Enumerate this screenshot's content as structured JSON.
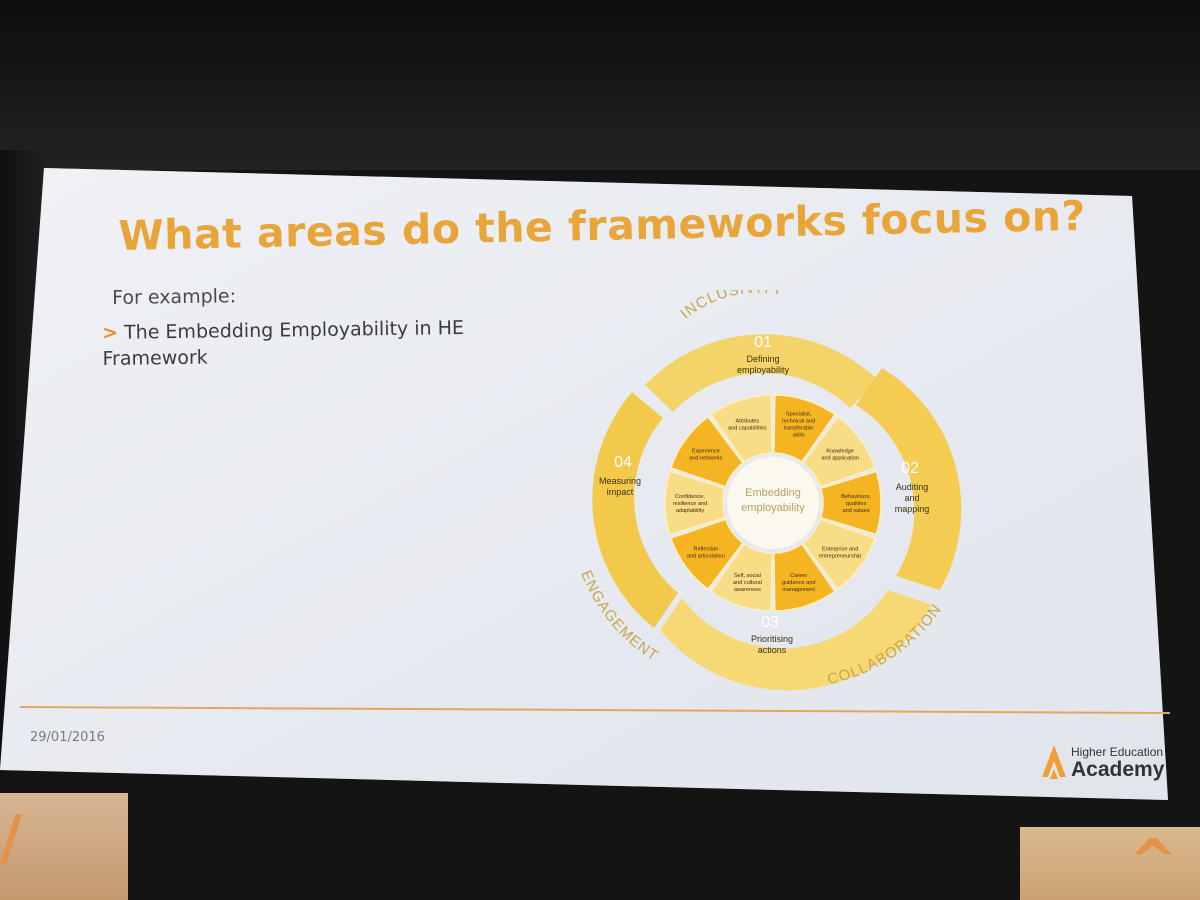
{
  "slide": {
    "title": "What areas do the frameworks focus on?",
    "subtitle": "For example:",
    "bullet_marker": ">",
    "bullet_text": "The Embedding Employability in HE Framework",
    "date": "29/01/2016",
    "logo_line1": "Higher Education",
    "logo_line2": "Academy"
  },
  "diagram": {
    "center_line1": "Embedding",
    "center_line2": "employability",
    "arcs": {
      "top": "INCLUSIVITY",
      "bottom_right": "COLLABORATION",
      "bottom_left": "ENGAGEMENT"
    },
    "stages": [
      {
        "num": "01",
        "line1": "Defining",
        "line2": "employability"
      },
      {
        "num": "02",
        "line1": "Auditing",
        "line2": "and",
        "line3": "mapping"
      },
      {
        "num": "03",
        "line1": "Prioritising",
        "line2": "actions"
      },
      {
        "num": "04",
        "line1": "Measuring",
        "line2": "impact"
      }
    ],
    "segments": [
      {
        "line1": "Specialist,",
        "line2": "technical and",
        "line3": "transferable",
        "line4": "skills"
      },
      {
        "line1": "Knowledge",
        "line2": "and application"
      },
      {
        "line1": "Behaviours,",
        "line2": "qualities",
        "line3": "and values"
      },
      {
        "line1": "Enterprise and",
        "line2": "entrepreneurship"
      },
      {
        "line1": "Career",
        "line2": "guidance and",
        "line3": "management"
      },
      {
        "line1": "Self, social",
        "line2": "and cultural",
        "line3": "awareness"
      },
      {
        "line1": "Reflection",
        "line2": "and articulation"
      },
      {
        "line1": "Confidence,",
        "line2": "resilience and",
        "line3": "adaptability"
      },
      {
        "line1": "Experience",
        "line2": "and networks"
      },
      {
        "line1": "Attributes",
        "line2": "and capabilities"
      }
    ]
  },
  "colors": {
    "accent": "#e8a53a",
    "ring_light": "#f6dc7a",
    "ring_dark": "#f3c445",
    "seg_orange": "#f5b522",
    "seg_light": "#f8dc86"
  }
}
